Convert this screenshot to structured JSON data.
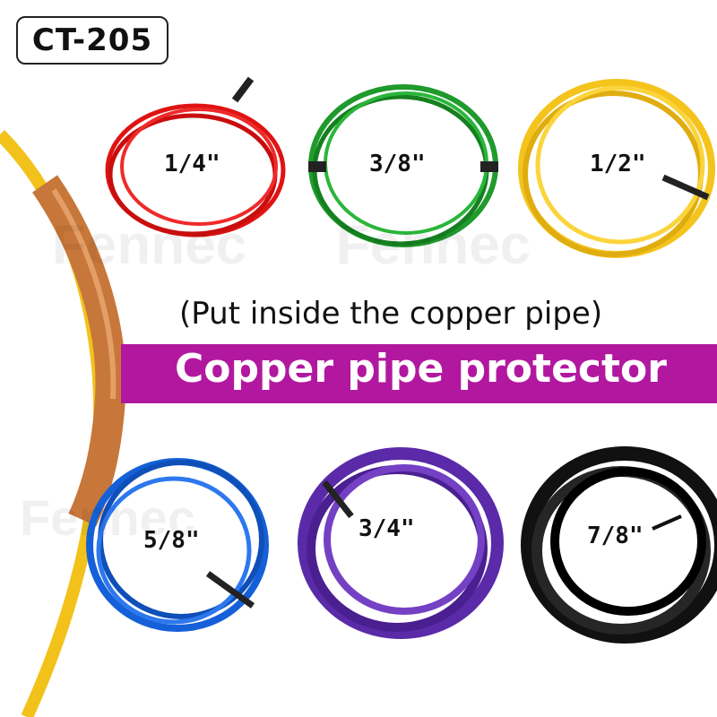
{
  "model": "CT-205",
  "watermark": "Fennec",
  "caption": "(Put inside the copper pipe)",
  "banner": "Copper pipe protector",
  "colors": {
    "banner": "#b2189f",
    "copper": "#c8773a",
    "wire_yellow": "#f2c21a"
  },
  "coils": [
    {
      "size": "1/4\"",
      "color": "#e01313",
      "icon": "red-coil-icon"
    },
    {
      "size": "3/8\"",
      "color": "#1f9a2c",
      "icon": "green-coil-icon"
    },
    {
      "size": "1/2\"",
      "color": "#f4c41c",
      "icon": "yellow-coil-icon"
    },
    {
      "size": "5/8\"",
      "color": "#1560d8",
      "icon": "blue-coil-icon"
    },
    {
      "size": "3/4\"",
      "color": "#5a2aa8",
      "icon": "purple-coil-icon"
    },
    {
      "size": "7/8\"",
      "color": "#111111",
      "icon": "black-coil-icon"
    }
  ]
}
